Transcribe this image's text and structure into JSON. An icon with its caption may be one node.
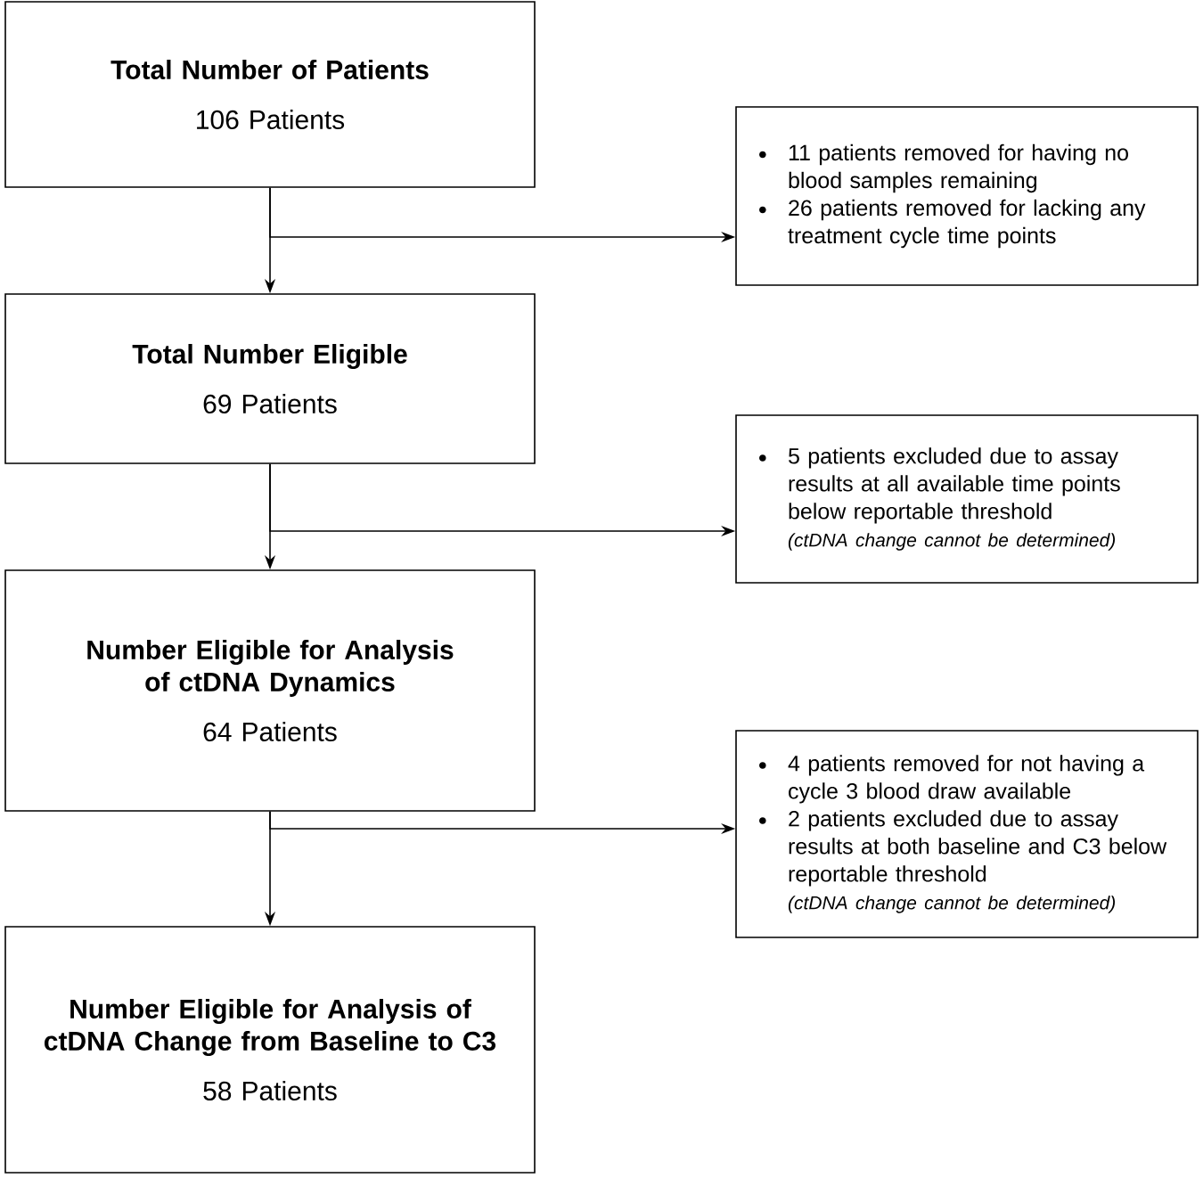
{
  "diagram": {
    "nodes": [
      {
        "text": [
          "Total Number of Patients",
          "106 Patients"
        ]
      },
      {
        "text": [
          "11 patients removed for having no blood samples remaining",
          "26 patients removed for lacking any treatment cycle time points"
        ]
      },
      {
        "text": [
          "Total Number Eligible",
          "69 Patients"
        ]
      },
      {
        "text": [
          "5 patients excluded due to assay results at all available time points below reportable threshold",
          "(ctDNA change cannot be determined)"
        ]
      },
      {
        "text": [
          "Number Eligible for Analysis of ctDNA Dynamics",
          "64 Patients"
        ]
      },
      {
        "text": [
          "4 patients removed for not having a cycle 3 blood draw available",
          "2 patients excluded due to assay results at both baseline and C3 below reportable threshold",
          "(ctDNA change cannot be determined)"
        ]
      },
      {
        "text": [
          "Number Eligible for Analysis of ctDNA Change from Baseline to C3",
          "58 Patients"
        ]
      }
    ],
    "edges": [
      {
        "from": 0,
        "to": 2,
        "arrow": "to"
      },
      {
        "from": 0,
        "to": 1,
        "arrow": "to"
      },
      {
        "from": 2,
        "to": 4,
        "arrow": "to"
      },
      {
        "from": 2,
        "to": 3,
        "arrow": "to"
      },
      {
        "from": 4,
        "to": 6,
        "arrow": "to"
      },
      {
        "from": 4,
        "to": 5,
        "arrow": "to"
      }
    ]
  }
}
